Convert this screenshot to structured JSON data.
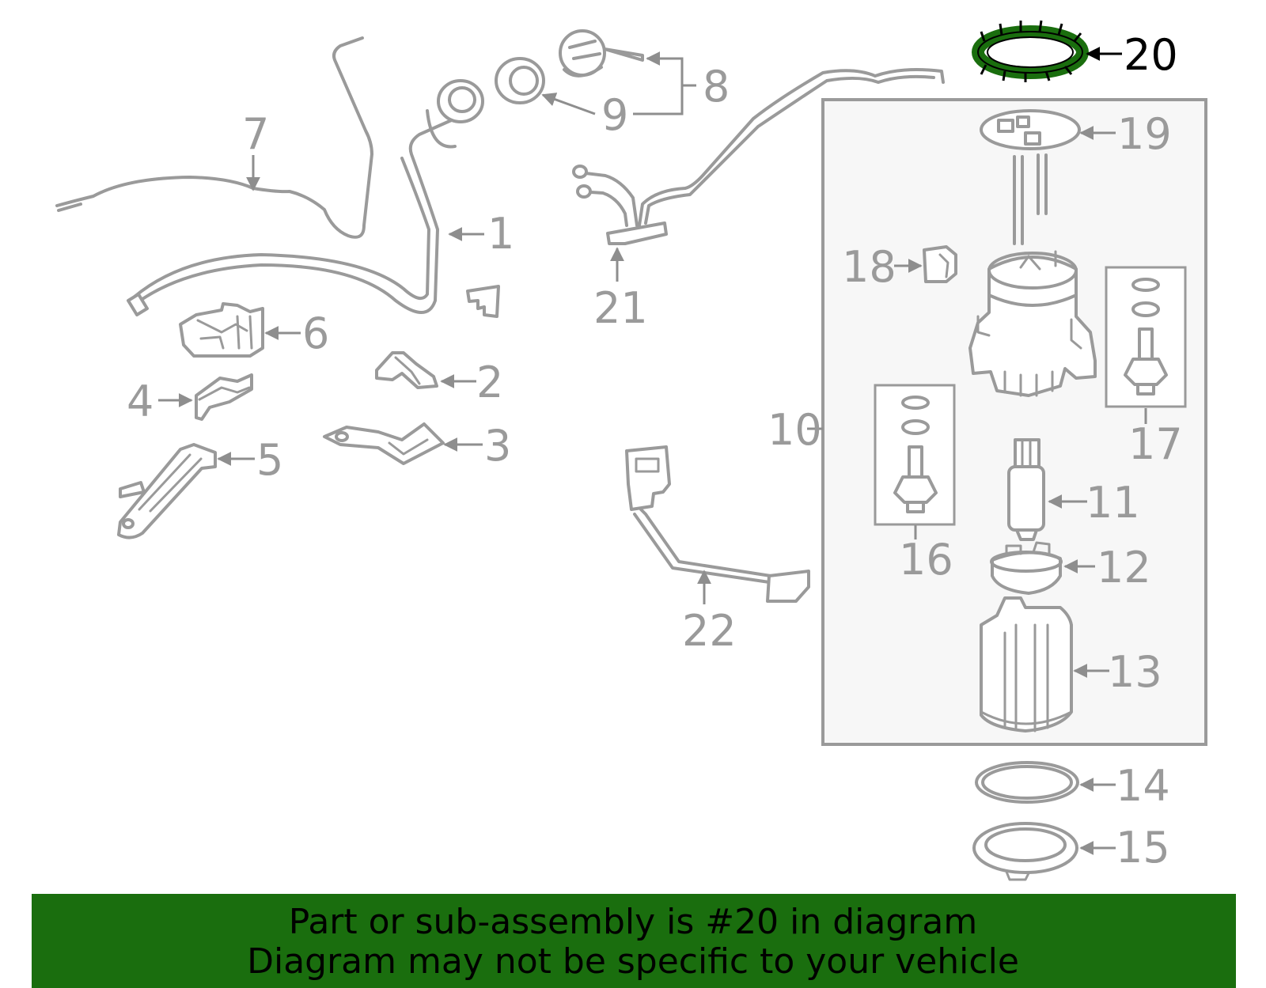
{
  "highlight_color": "#1a6e0e",
  "callouts": {
    "c1": "1",
    "c2": "2",
    "c3": "3",
    "c4": "4",
    "c5": "5",
    "c6": "6",
    "c7": "7",
    "c8": "8",
    "c9": "9",
    "c10": "10",
    "c11": "11",
    "c12": "12",
    "c13": "13",
    "c14": "14",
    "c15": "15",
    "c16": "16",
    "c17": "17",
    "c18": "18",
    "c19": "19",
    "c20": "20",
    "c21": "21",
    "c22": "22"
  },
  "banner": {
    "line1": "Part or sub-assembly is #20 in diagram",
    "line2": "Diagram may not be specific to your vehicle"
  }
}
